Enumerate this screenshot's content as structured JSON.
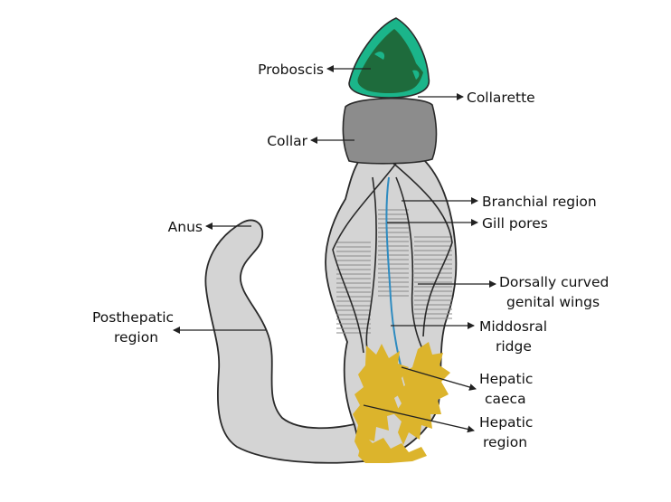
{
  "colors": {
    "body_fill": "#d4d4d4",
    "body_stroke": "#2a2a2a",
    "proboscis_dark": "#1e6b3c",
    "proboscis_light": "#1bb58a",
    "collar_fill": "#8c8c8c",
    "hepatic_yellow": "#dcb42c",
    "midline": "#2e8bc0",
    "gill_lines": "#8a8a8a",
    "label_text": "#111111"
  },
  "labels": {
    "proboscis": "Proboscis",
    "collarette": "Collarette",
    "collar": "Collar",
    "branchial_region": "Branchial region",
    "gill_pores": "Gill pores",
    "anus": "Anus",
    "dorsally_curved": "Dorsally curved",
    "genital_wings": "genital wings",
    "posthepatic": "Posthepatic",
    "region_posthepatic": "region",
    "middorsal": "Middosral",
    "ridge": "ridge",
    "hepatic_1": "Hepatic",
    "caeca": "caeca",
    "hepatic_2": "Hepatic",
    "region_hepatic": "region"
  }
}
